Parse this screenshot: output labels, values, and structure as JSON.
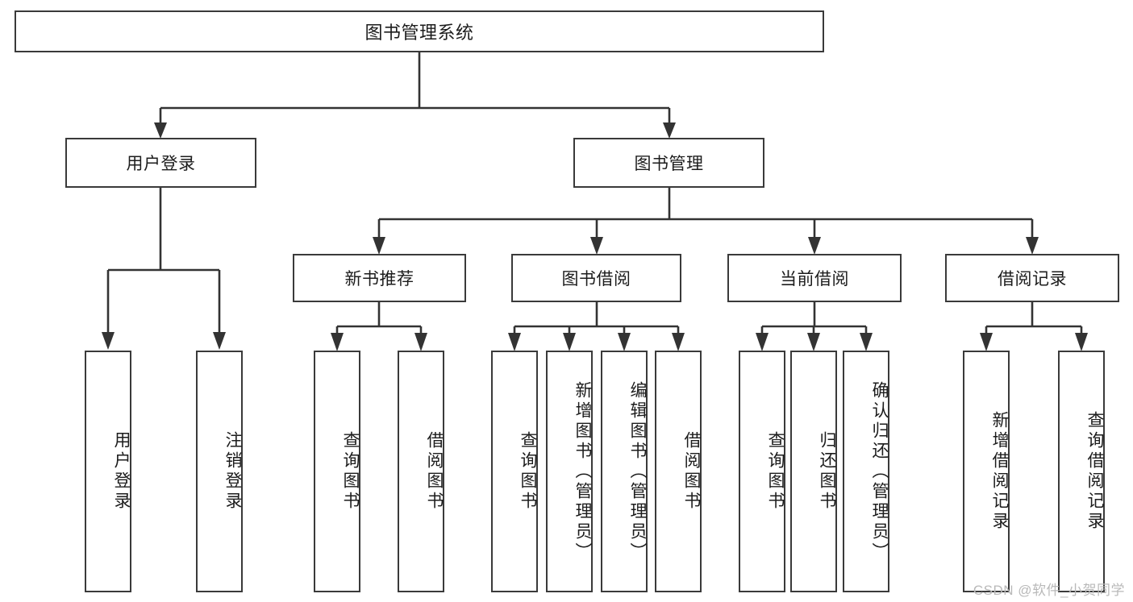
{
  "diagram": {
    "type": "tree",
    "title": "图书管理系统",
    "watermark": "CSDN @软件_小贺同学",
    "colors": {
      "box_border": "#3a3a3a",
      "line": "#333333",
      "background": "#ffffff",
      "text": "#1c1c1c",
      "watermark": "#b9b9b9"
    },
    "nodes": {
      "root": {
        "label": "图书管理系统"
      },
      "level1": [
        {
          "id": "user-login",
          "label": "用户登录"
        },
        {
          "id": "book-manage",
          "label": "图书管理"
        }
      ],
      "level2": [
        {
          "id": "new-book-recommend",
          "label": "新书推荐"
        },
        {
          "id": "book-borrow",
          "label": "图书借阅"
        },
        {
          "id": "current-borrow",
          "label": "当前借阅"
        },
        {
          "id": "borrow-record",
          "label": "借阅记录"
        }
      ],
      "leaves": {
        "user-login": [
          {
            "id": "leaf-user-login",
            "label": "用户登录"
          },
          {
            "id": "leaf-logout-login",
            "label": "注销登录"
          }
        ],
        "new-book-recommend": [
          {
            "id": "leaf-query-book-1",
            "label": "查询图书"
          },
          {
            "id": "leaf-borrow-book-1",
            "label": "借阅图书"
          }
        ],
        "book-borrow": [
          {
            "id": "leaf-query-book-2",
            "label": "查询图书"
          },
          {
            "id": "leaf-add-book",
            "label": "新增图书（管理员）"
          },
          {
            "id": "leaf-edit-book",
            "label": "编辑图书（管理员）"
          },
          {
            "id": "leaf-borrow-book-2",
            "label": "借阅图书"
          }
        ],
        "current-borrow": [
          {
            "id": "leaf-query-book-3",
            "label": "查询图书"
          },
          {
            "id": "leaf-return-book",
            "label": "归还图书"
          },
          {
            "id": "leaf-confirm-return",
            "label": "确认归还（管理员）"
          }
        ],
        "borrow-record": [
          {
            "id": "leaf-add-record",
            "label": "新增借阅记录"
          },
          {
            "id": "leaf-query-record",
            "label": "查询借阅记录"
          }
        ]
      }
    }
  }
}
